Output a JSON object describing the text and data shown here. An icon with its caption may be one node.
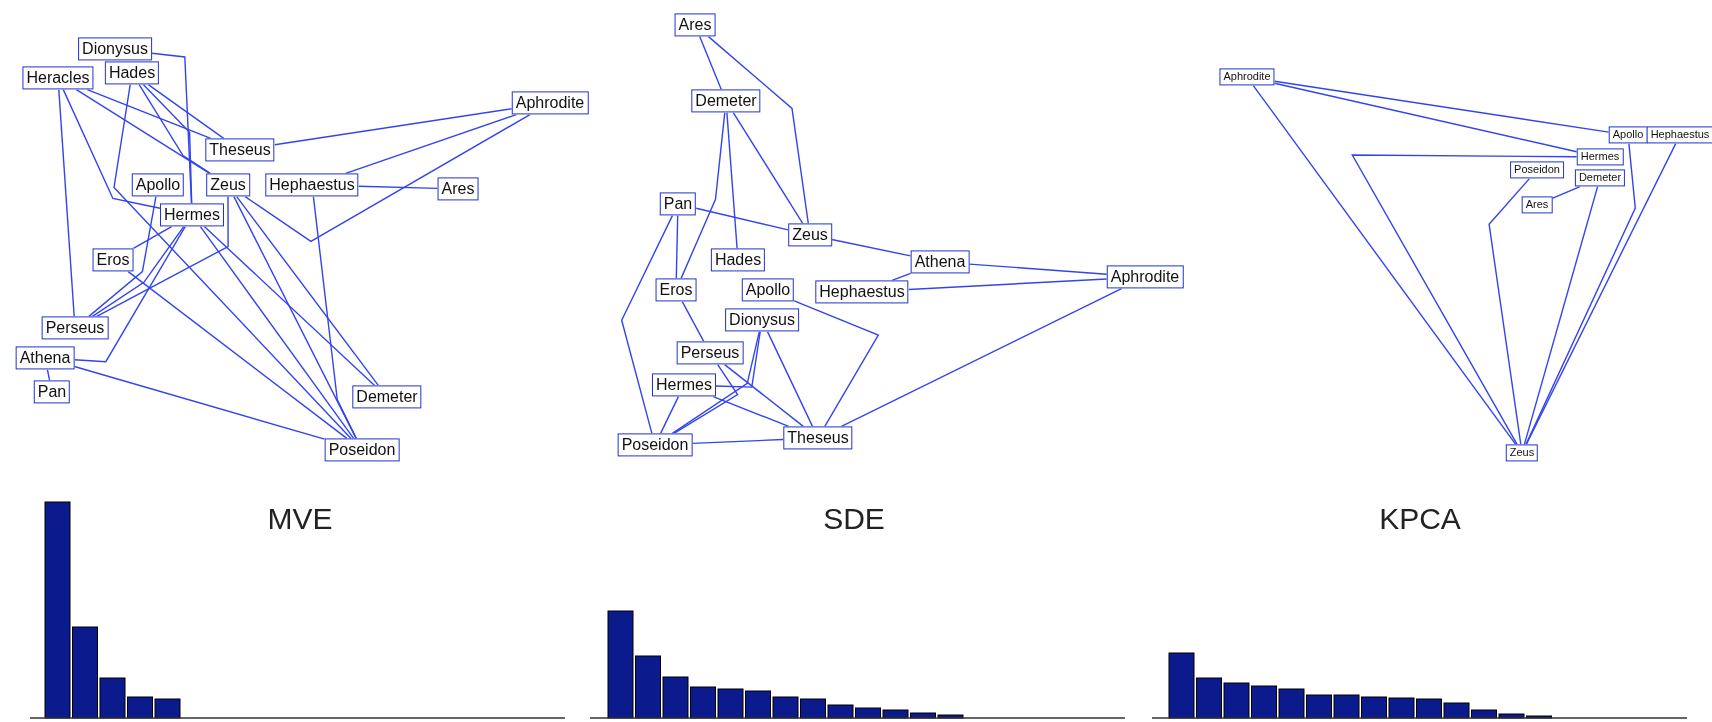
{
  "diagram": {
    "nodes": [
      {
        "text": [
          "Dionysus"
        ]
      },
      {
        "text": [
          "Heracles"
        ]
      },
      {
        "text": [
          "Hades"
        ]
      },
      {
        "text": [
          "Aphrodite"
        ]
      },
      {
        "text": [
          "Theseus"
        ]
      },
      {
        "text": [
          "Apollo"
        ]
      },
      {
        "text": [
          "Zeus"
        ]
      },
      {
        "text": [
          "Hephaestus"
        ]
      },
      {
        "text": [
          "Ares"
        ]
      },
      {
        "text": [
          "Hermes"
        ]
      },
      {
        "text": [
          "Eros"
        ]
      },
      {
        "text": [
          "Perseus"
        ]
      },
      {
        "text": [
          "Athena"
        ]
      },
      {
        "text": [
          "Pan"
        ]
      },
      {
        "text": [
          "Demeter"
        ]
      },
      {
        "text": [
          "Poseidon"
        ]
      },
      {
        "text": [
          "Ares"
        ]
      },
      {
        "text": [
          "Demeter"
        ]
      },
      {
        "text": [
          "Pan"
        ]
      },
      {
        "text": [
          "Zeus"
        ]
      },
      {
        "text": [
          "Hades"
        ]
      },
      {
        "text": [
          "Athena"
        ]
      },
      {
        "text": [
          "Eros"
        ]
      },
      {
        "text": [
          "Apollo"
        ]
      },
      {
        "text": [
          "Hephaestus"
        ]
      },
      {
        "text": [
          "Aphrodite"
        ]
      },
      {
        "text": [
          "Dionysus"
        ]
      },
      {
        "text": [
          "Perseus"
        ]
      },
      {
        "text": [
          "Hermes"
        ]
      },
      {
        "text": [
          "Poseidon"
        ]
      },
      {
        "text": [
          "Theseus"
        ]
      },
      {
        "text": [
          "Aphrodite"
        ]
      },
      {
        "text": [
          "Hermes"
        ]
      },
      {
        "text": [
          "Apollo"
        ]
      },
      {
        "text": [
          "Hephaestus"
        ]
      },
      {
        "text": [
          "Poseidon"
        ]
      },
      {
        "text": [
          "Demeter"
        ]
      },
      {
        "text": [
          "Ares"
        ]
      },
      {
        "text": [
          "Zeus"
        ]
      }
    ],
    "edges": [
      {
        "from": 1,
        "to": 4,
        "arrow": "none"
      },
      {
        "from": 1,
        "to": 9,
        "arrow": "none"
      },
      {
        "from": 1,
        "to": 6,
        "arrow": "none"
      },
      {
        "from": 1,
        "to": 11,
        "arrow": "none"
      },
      {
        "from": 2,
        "to": 4,
        "arrow": "none"
      },
      {
        "from": 2,
        "to": 9,
        "arrow": "none"
      },
      {
        "from": 2,
        "to": 6,
        "arrow": "none"
      },
      {
        "from": 2,
        "to": 15,
        "arrow": "none"
      },
      {
        "from": 0,
        "to": 9,
        "arrow": "none"
      },
      {
        "from": 3,
        "to": 4,
        "arrow": "none"
      },
      {
        "from": 3,
        "to": 7,
        "arrow": "none"
      },
      {
        "from": 3,
        "to": 6,
        "arrow": "none"
      },
      {
        "from": 7,
        "to": 8,
        "arrow": "none"
      },
      {
        "from": 9,
        "to": 11,
        "arrow": "none"
      },
      {
        "from": 9,
        "to": 12,
        "arrow": "none"
      },
      {
        "from": 6,
        "to": 11,
        "arrow": "none"
      },
      {
        "from": 5,
        "to": 11,
        "arrow": "none"
      },
      {
        "from": 10,
        "to": 15,
        "arrow": "none"
      },
      {
        "from": 12,
        "to": 15,
        "arrow": "none"
      },
      {
        "from": 12,
        "to": 13,
        "arrow": "none"
      },
      {
        "from": 9,
        "to": 15,
        "arrow": "none"
      },
      {
        "from": 6,
        "to": 15,
        "arrow": "none"
      },
      {
        "from": 7,
        "to": 15,
        "arrow": "none"
      },
      {
        "from": 9,
        "to": 14,
        "arrow": "none"
      },
      {
        "from": 6,
        "to": 14,
        "arrow": "none"
      },
      {
        "from": 10,
        "to": 9,
        "arrow": "none"
      },
      {
        "from": 16,
        "to": 17,
        "arrow": "none"
      },
      {
        "from": 16,
        "to": 19,
        "arrow": "none"
      },
      {
        "from": 17,
        "to": 19,
        "arrow": "none"
      },
      {
        "from": 17,
        "to": 20,
        "arrow": "none"
      },
      {
        "from": 17,
        "to": 22,
        "arrow": "none"
      },
      {
        "from": 18,
        "to": 19,
        "arrow": "none"
      },
      {
        "from": 18,
        "to": 22,
        "arrow": "none"
      },
      {
        "from": 18,
        "to": 29,
        "arrow": "none"
      },
      {
        "from": 19,
        "to": 21,
        "arrow": "none"
      },
      {
        "from": 24,
        "to": 21,
        "arrow": "none"
      },
      {
        "from": 21,
        "to": 25,
        "arrow": "none"
      },
      {
        "from": 24,
        "to": 25,
        "arrow": "none"
      },
      {
        "from": 30,
        "to": 25,
        "arrow": "none"
      },
      {
        "from": 26,
        "to": 28,
        "arrow": "none"
      },
      {
        "from": 26,
        "to": 29,
        "arrow": "none"
      },
      {
        "from": 26,
        "to": 30,
        "arrow": "none"
      },
      {
        "from": 27,
        "to": 30,
        "arrow": "none"
      },
      {
        "from": 27,
        "to": 29,
        "arrow": "none"
      },
      {
        "from": 28,
        "to": 29,
        "arrow": "none"
      },
      {
        "from": 28,
        "to": 30,
        "arrow": "none"
      },
      {
        "from": 29,
        "to": 30,
        "arrow": "none"
      },
      {
        "from": 23,
        "to": 30,
        "arrow": "none"
      },
      {
        "from": 22,
        "to": 27,
        "arrow": "none"
      },
      {
        "from": 31,
        "to": 32,
        "arrow": "none"
      },
      {
        "from": 31,
        "to": 33,
        "arrow": "none"
      },
      {
        "from": 31,
        "to": 38,
        "arrow": "none"
      },
      {
        "from": 35,
        "to": 38,
        "arrow": "none"
      },
      {
        "from": 37,
        "to": 36,
        "arrow": "none"
      },
      {
        "from": 36,
        "to": 38,
        "arrow": "none"
      },
      {
        "from": 32,
        "to": 38,
        "arrow": "none"
      },
      {
        "from": 33,
        "to": 38,
        "arrow": "none"
      },
      {
        "from": 34,
        "to": 38,
        "arrow": "none"
      }
    ],
    "labels": [
      "MVE",
      "SDE",
      "KPCA"
    ]
  }
}
